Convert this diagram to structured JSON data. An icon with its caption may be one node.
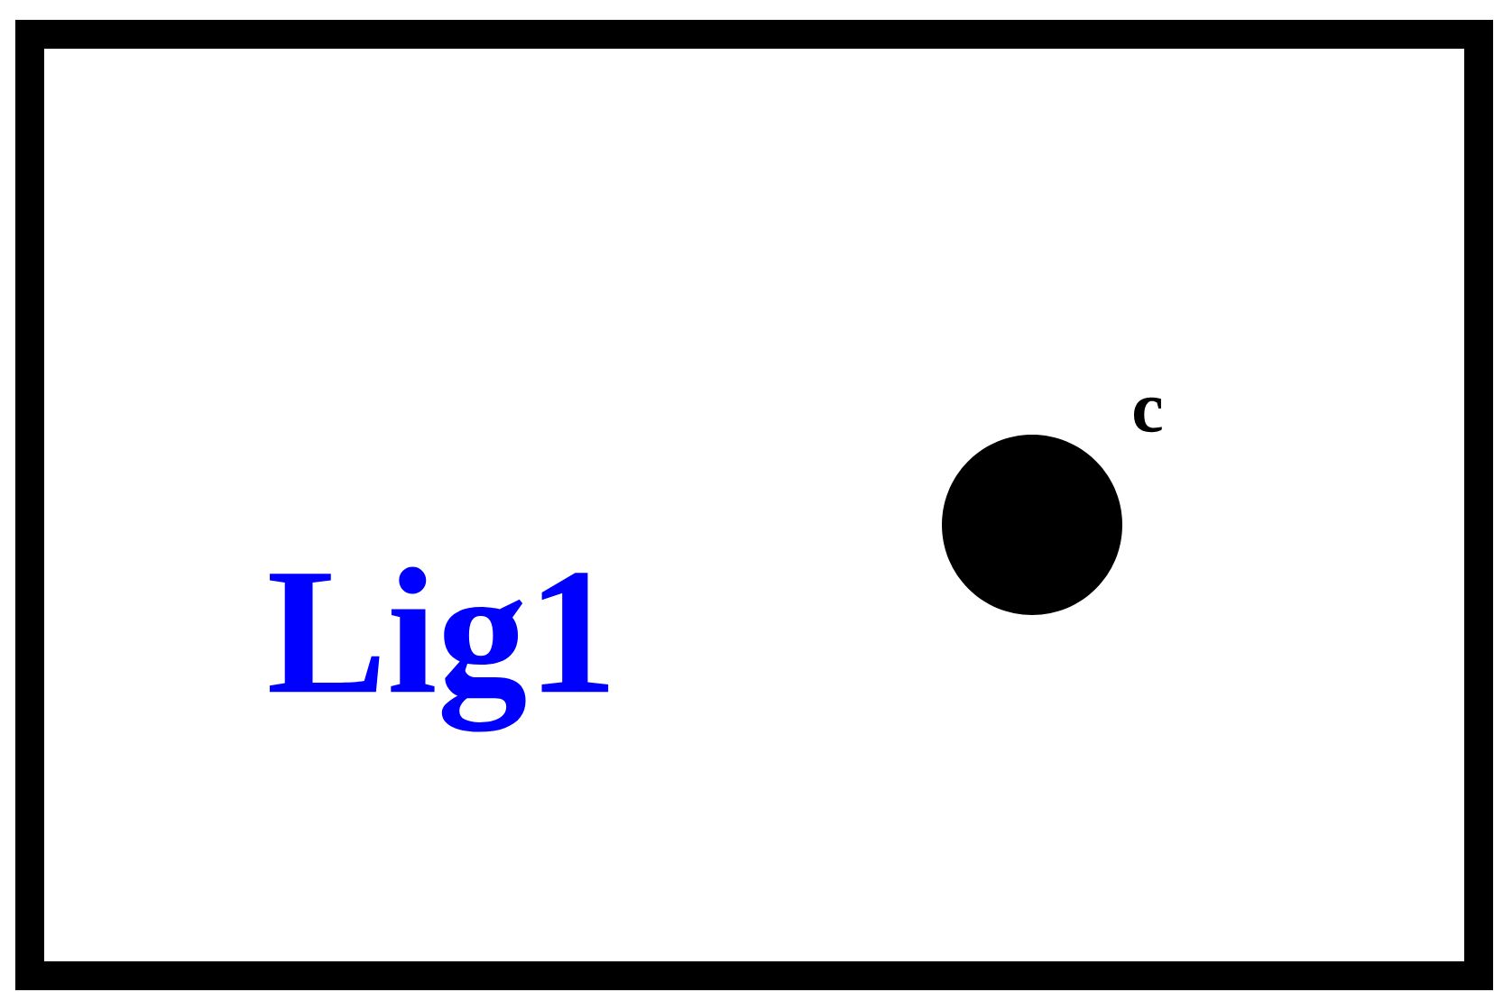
{
  "diagram": {
    "nodes": [
      {
        "text": [
          "Lig1"
        ]
      },
      {
        "text": [],
        "shape": "circle",
        "in": 0,
        "beside": [
          "c"
        ]
      }
    ]
  }
}
